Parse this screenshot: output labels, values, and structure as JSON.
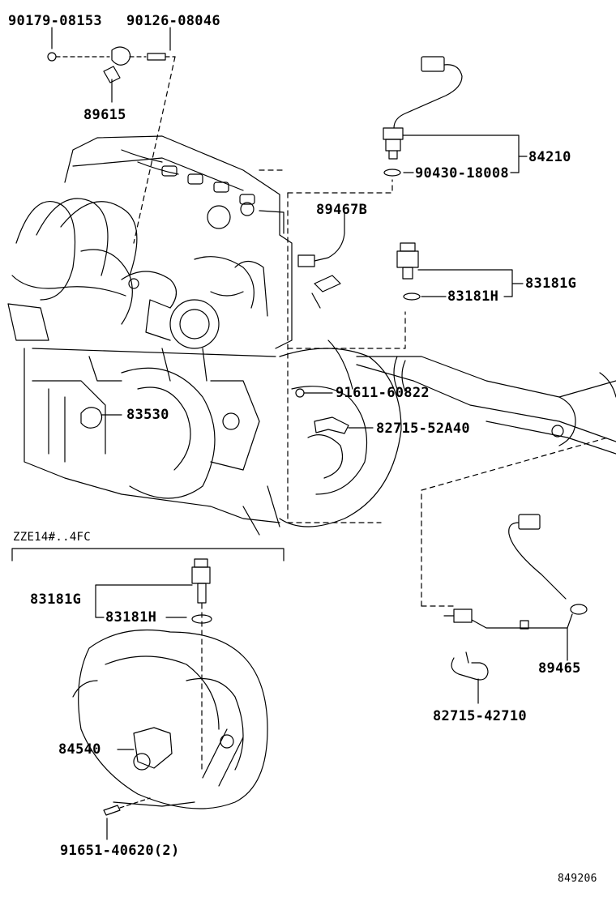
{
  "labels": {
    "p90179": "90179-08153",
    "p90126": "90126-08046",
    "p89615": "89615",
    "p84210": "84210",
    "p90430": "90430-18008",
    "p89467b": "89467B",
    "p83181g_top": "83181G",
    "p83181h_top": "83181H",
    "p91611": "91611-60822",
    "p83530": "83530",
    "p82715a": "82715-52A40",
    "model_note": "ZZE14#..4FC",
    "p83181g_low": "83181G",
    "p83181h_low": "83181H",
    "p84540": "84540",
    "p89465": "89465",
    "p82715b": "82715-42710",
    "p91651": "91651-40620(2)",
    "ref": "849206"
  }
}
